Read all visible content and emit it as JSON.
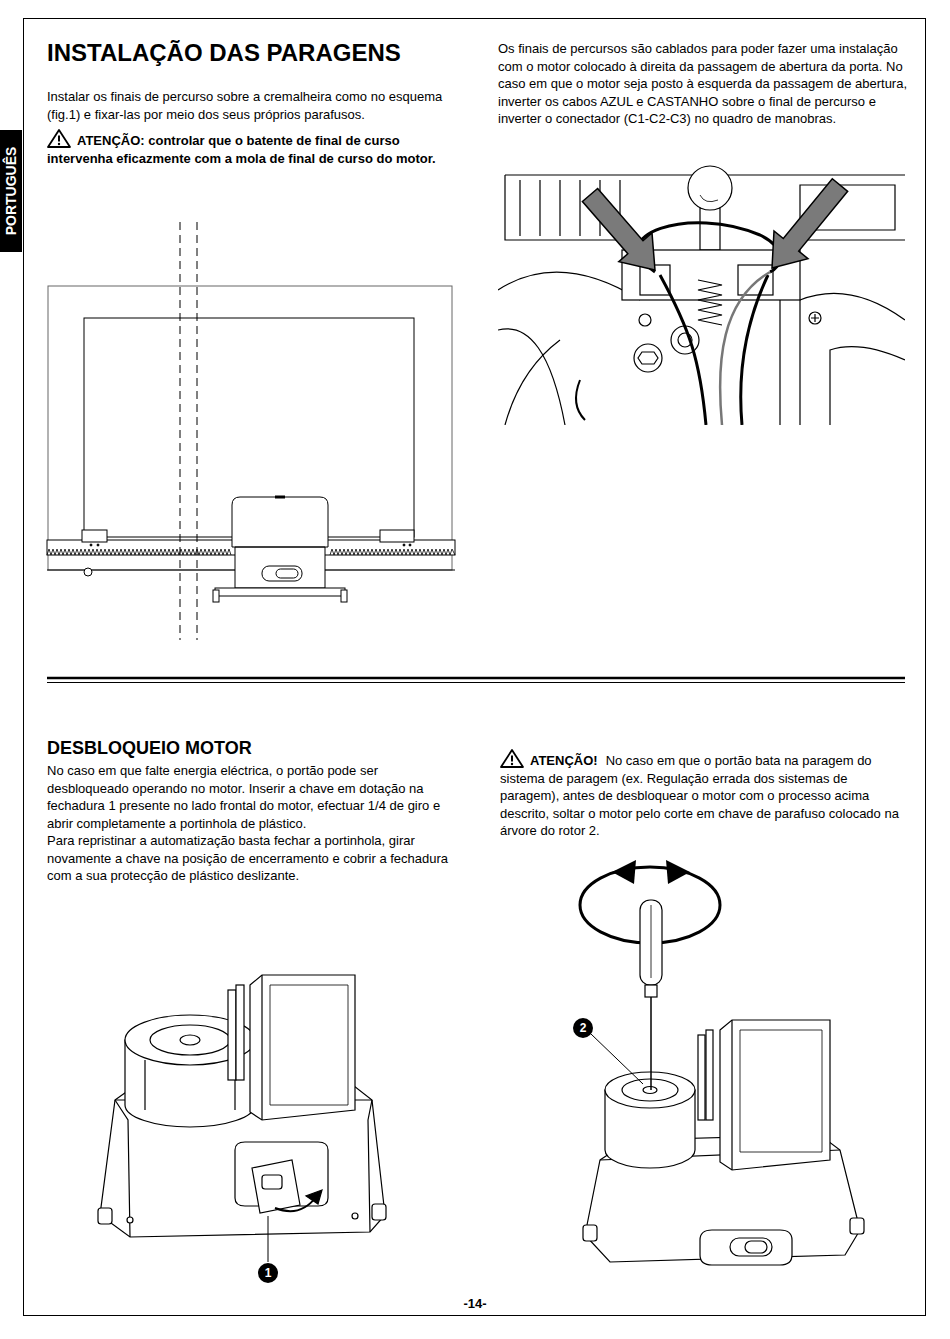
{
  "diagram": {
    "title": "INSTALAÇÃO DAS PARAGENS",
    "nodes": [
      {
        "text": [
          "PORTUGUÊS"
        ]
      },
      {
        "text": [
          "1"
        ]
      },
      {
        "text": [
          "2"
        ]
      }
    ],
    "labels": [
      "Instalar os finais de percurso sobre a cremalheira como no esquema (fig.1) e fixar-las por meio dos seus próprios parafusos.",
      "ATENÇÃO: controlar que o batente de final de curso intervenha eficazmente com a mola de final de curso do motor.",
      "Os finais de percursos são cablados para poder fazer uma instalação com o motor colocado à direita da passagem de abertura da porta. No caso em que o motor seja posto à esquerda da passagem de abertura, inverter os cabos AZUL e CASTANHO sobre o final de percurso e inverter o conectador (C1-C2-C3) no quadro de manobras.",
      "DESBLOQUEIO MOTOR",
      "No caso em que falte energia eléctrica, o portão pode ser desbloqueado operando no motor. Inserir a chave em dotação na fechadura 1 presente no lado frontal do motor, efectuar 1/4 de giro e abrir completamente a portinhola de plástico.",
      "Para repristinar a automatização basta fechar a portinhola, girar novamente a chave na posição de encerramento e cobrir a fechadura com a sua protecção de plástico deslizante.",
      "ATENÇÃO!",
      "No caso em que o portão bata na paragem do sistema de paragem (ex. Regulação errada dos sistemas de paragem), antes de desbloquear o motor com o processo acima descrito, soltar o motor pelo corte em chave de parafuso colocado na árvore do rotor 2.",
      "-14-"
    ]
  }
}
